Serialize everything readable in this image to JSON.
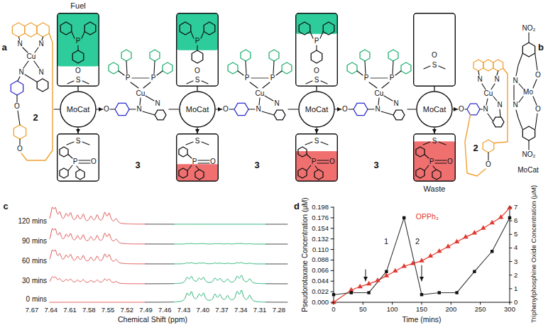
{
  "diagram": {
    "nodes": [
      {
        "text": [
          "Fuel",
          "P",
          "O",
          "S"
        ]
      },
      {
        "text": [
          "MoCat"
        ]
      },
      {
        "text": [
          "S",
          "P",
          "O"
        ]
      },
      {
        "text": [
          "P",
          "O",
          "S"
        ]
      },
      {
        "text": [
          "MoCat"
        ]
      },
      {
        "text": [
          "S",
          "P",
          "O"
        ]
      },
      {
        "text": [
          "P",
          "O",
          "S"
        ]
      },
      {
        "text": [
          "MoCat"
        ]
      },
      {
        "text": [
          "S",
          "P",
          "O"
        ]
      },
      {
        "text": [
          "O",
          "S"
        ]
      },
      {
        "text": [
          "MoCat"
        ]
      },
      {
        "text": [
          "Waste",
          "S",
          "P",
          "O"
        ]
      }
    ],
    "edges": [
      {
        "from": 0,
        "to": 1,
        "arrow": "none"
      },
      {
        "from": 1,
        "to": 2,
        "arrow": "to"
      },
      {
        "from": 3,
        "to": 4,
        "arrow": "none"
      },
      {
        "from": 4,
        "to": 5,
        "arrow": "to"
      },
      {
        "from": 6,
        "to": 7,
        "arrow": "none"
      },
      {
        "from": 7,
        "to": 8,
        "arrow": "to"
      },
      {
        "from": 9,
        "to": 10,
        "arrow": "none"
      },
      {
        "from": 10,
        "to": 11,
        "arrow": "to"
      }
    ],
    "labels": [
      "a",
      "b",
      "2",
      "3",
      "3",
      "3",
      "2",
      "N",
      "N",
      "Cu",
      "N",
      "N",
      "O",
      "O",
      "O",
      "N",
      "Cu",
      "N",
      "P",
      "P",
      "O",
      "N",
      "Cu",
      "N",
      "P",
      "P",
      "O",
      "N",
      "Cu",
      "N",
      "P",
      "P",
      "O",
      "N",
      "Cu",
      "N",
      "N",
      "N",
      "O",
      "NO₂",
      "N",
      "O",
      "Mo",
      "N",
      "O",
      "NO₂",
      "MoCat",
      "c",
      "120 mins",
      "90 mins",
      "60 mins",
      "30 mins",
      "0 mins",
      "7.67",
      "7.64",
      "7.61",
      "7.58",
      "7.55",
      "7.52",
      "7.49",
      "7.46",
      "7.43",
      "7.40",
      "7.37",
      "7.34",
      "7.31",
      "7.28",
      "Chemical Shift (ppm)",
      "d",
      "0.198",
      "0.176",
      "0.154",
      "0.132",
      "0.110",
      "0.088",
      "0.066",
      "0.044",
      "0.022",
      "0.000",
      "Pseudorotaxane Concentration (μM)",
      "7",
      "6",
      "5",
      "4",
      "3",
      "2",
      "1",
      "0",
      "Triphenylphosphine Oxide Concentration (μM)",
      "0",
      "50",
      "100",
      "150",
      "200",
      "250",
      "300",
      "Time (mins)",
      "1",
      "2",
      "OPPh₃"
    ]
  }
}
